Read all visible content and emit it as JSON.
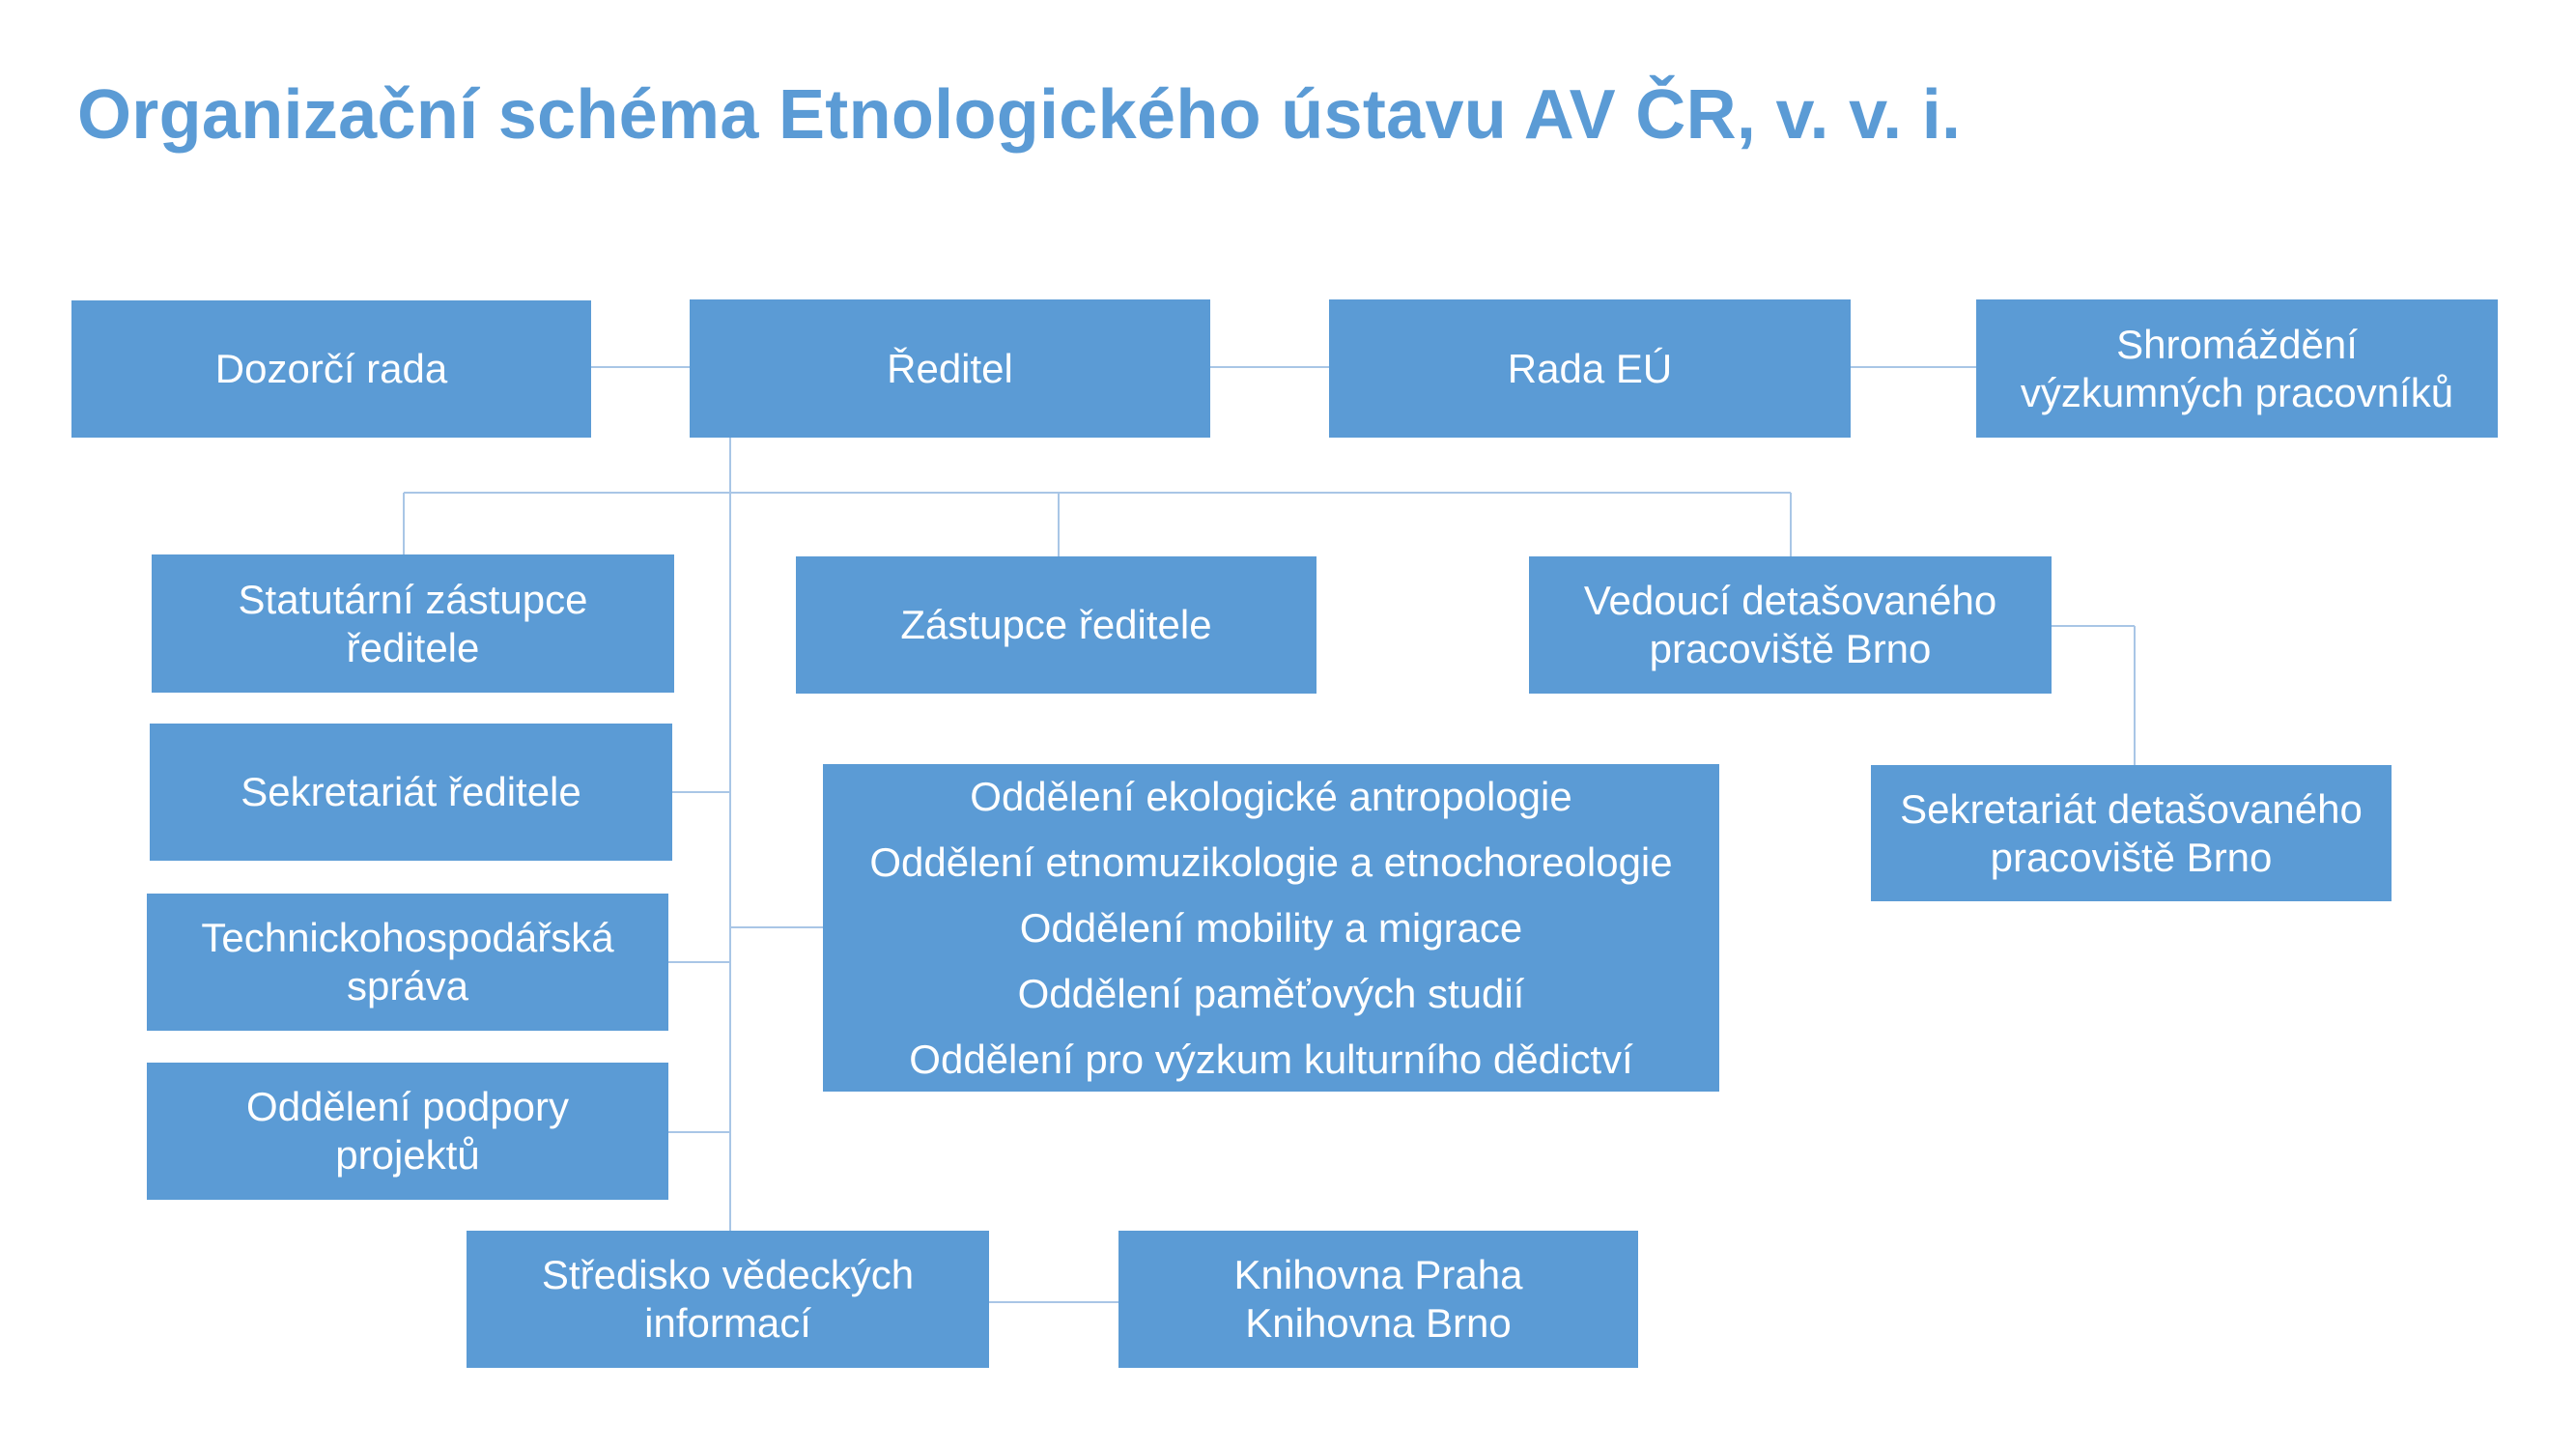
{
  "title": "Organizační schéma Etnologického ústavu AV ČR, v. v. i.",
  "colors": {
    "box": "#5b9bd5",
    "text": "#ffffff",
    "title": "#5b9bd5",
    "line": "#a9c6e6"
  },
  "boxes": {
    "dozorci_rada": [
      "Dozorčí rada"
    ],
    "reditel": [
      "Ředitel"
    ],
    "rada_eu": [
      "Rada EÚ"
    ],
    "shromazdeni": [
      "Shromáždění",
      "výzkumných pracovníků"
    ],
    "statutarni_zastupce": [
      "Statutární zástupce",
      "ředitele"
    ],
    "zastupce_reditele": [
      "Zástupce ředitele"
    ],
    "vedouci_brno": [
      "Vedoucí detašovaného",
      "pracoviště Brno"
    ],
    "sekretariat_reditele": [
      "Sekretariát ředitele"
    ],
    "oddeleni": [
      "Oddělení ekologické antropologie",
      "Oddělení etnomuzikologie a etnochoreologie",
      "Oddělení mobility a migrace",
      "Oddělení paměťových studií",
      "Oddělení pro výzkum kulturního dědictví"
    ],
    "sekretariat_brno": [
      "Sekretariát detašovaného",
      "pracoviště Brno"
    ],
    "thsprava": [
      "Technickohospodářská",
      "správa"
    ],
    "podpora_projektu": [
      "Oddělení podpory",
      "projektů"
    ],
    "stredisko": [
      "Středisko vědeckých",
      "informací"
    ],
    "knihovna": [
      "Knihovna Praha",
      "Knihovna Brno"
    ]
  }
}
